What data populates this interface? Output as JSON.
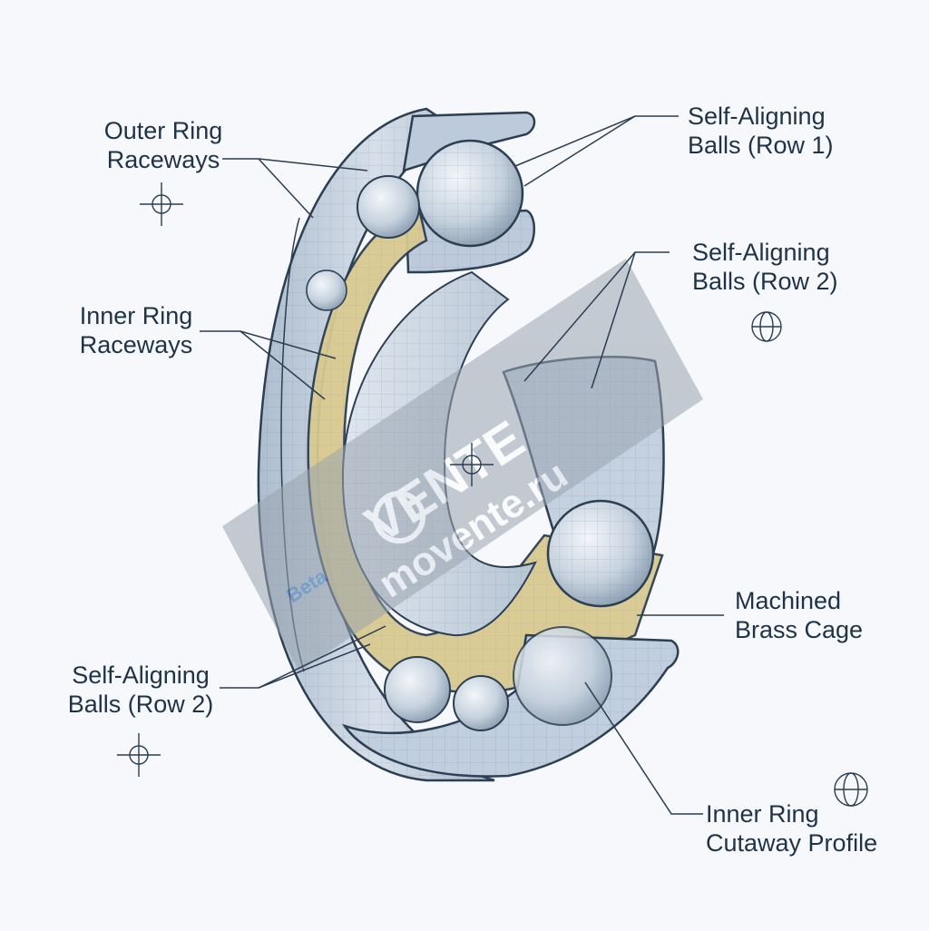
{
  "labels": {
    "outer_ring_raceways": {
      "line1": "Outer Ring",
      "line2": "Raceways"
    },
    "inner_ring_raceways": {
      "line1": "Inner Ring",
      "line2": "Raceways"
    },
    "balls_row1": {
      "line1": "Self-Aligning",
      "line2": "Balls (Row 1)"
    },
    "balls_row2_right": {
      "line1": "Self-Aligning",
      "line2": "Balls (Row 2)"
    },
    "balls_row2_left": {
      "line1": "Self-Aligning",
      "line2": "Balls (Row 2)"
    },
    "brass_cage": {
      "line1": "Machined",
      "line2": "Brass Cage"
    },
    "inner_ring_cutaway": {
      "line1": "Inner Ring",
      "line2": "Cutaway Profile"
    }
  },
  "watermark": {
    "brand": "VENTE",
    "domain": "movente.ru",
    "small": "Beta"
  },
  "colors": {
    "steel": "#c3d0de",
    "steel_dark": "#7d91a8",
    "outline": "#2c3e52",
    "brass": "#d8c98e",
    "leader": "#2a3d52",
    "background": "#f6f8fb"
  }
}
